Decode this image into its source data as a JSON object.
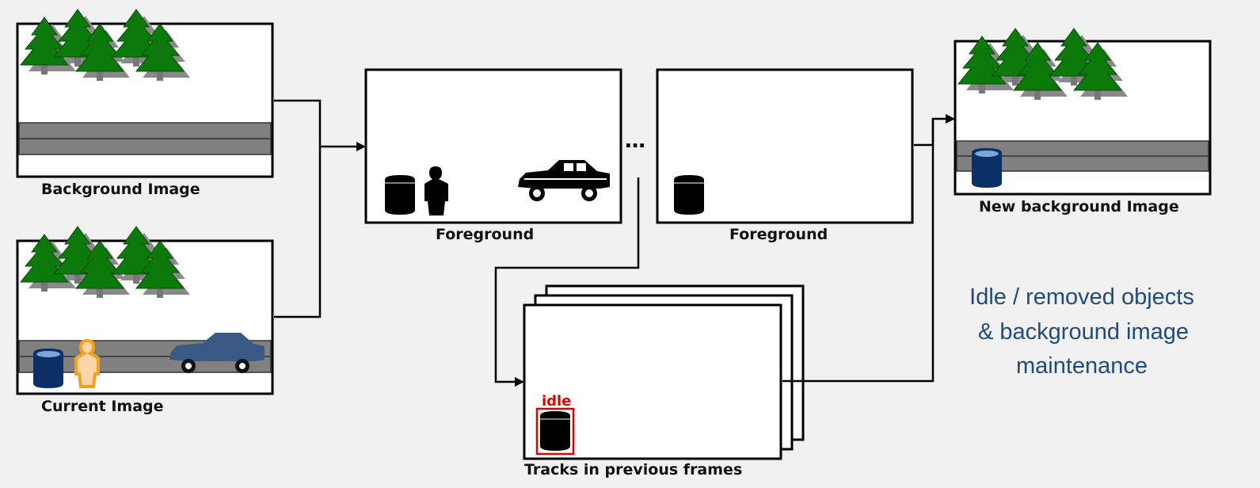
{
  "panels": {
    "background_image": "Background Image",
    "current_image": "Current Image",
    "foreground_1": "Foreground",
    "foreground_2": "Foreground",
    "tracks": "Tracks in previous frames",
    "new_background": "New background Image"
  },
  "ellipsis": "…",
  "idle_label": "idle",
  "caption": {
    "line1": "Idle / removed objects",
    "line2": "& background image",
    "line3": "maintenance"
  },
  "colors": {
    "tree": "#0b7a0b",
    "tree_shadow": "#8a8a8a",
    "road": "#808080",
    "barrel_blue": "#0b2f66",
    "car_blue": "#3a5a86",
    "person_orange": "#f4a11f",
    "caption": "#1f4b80",
    "idle_red": "#e00000"
  }
}
